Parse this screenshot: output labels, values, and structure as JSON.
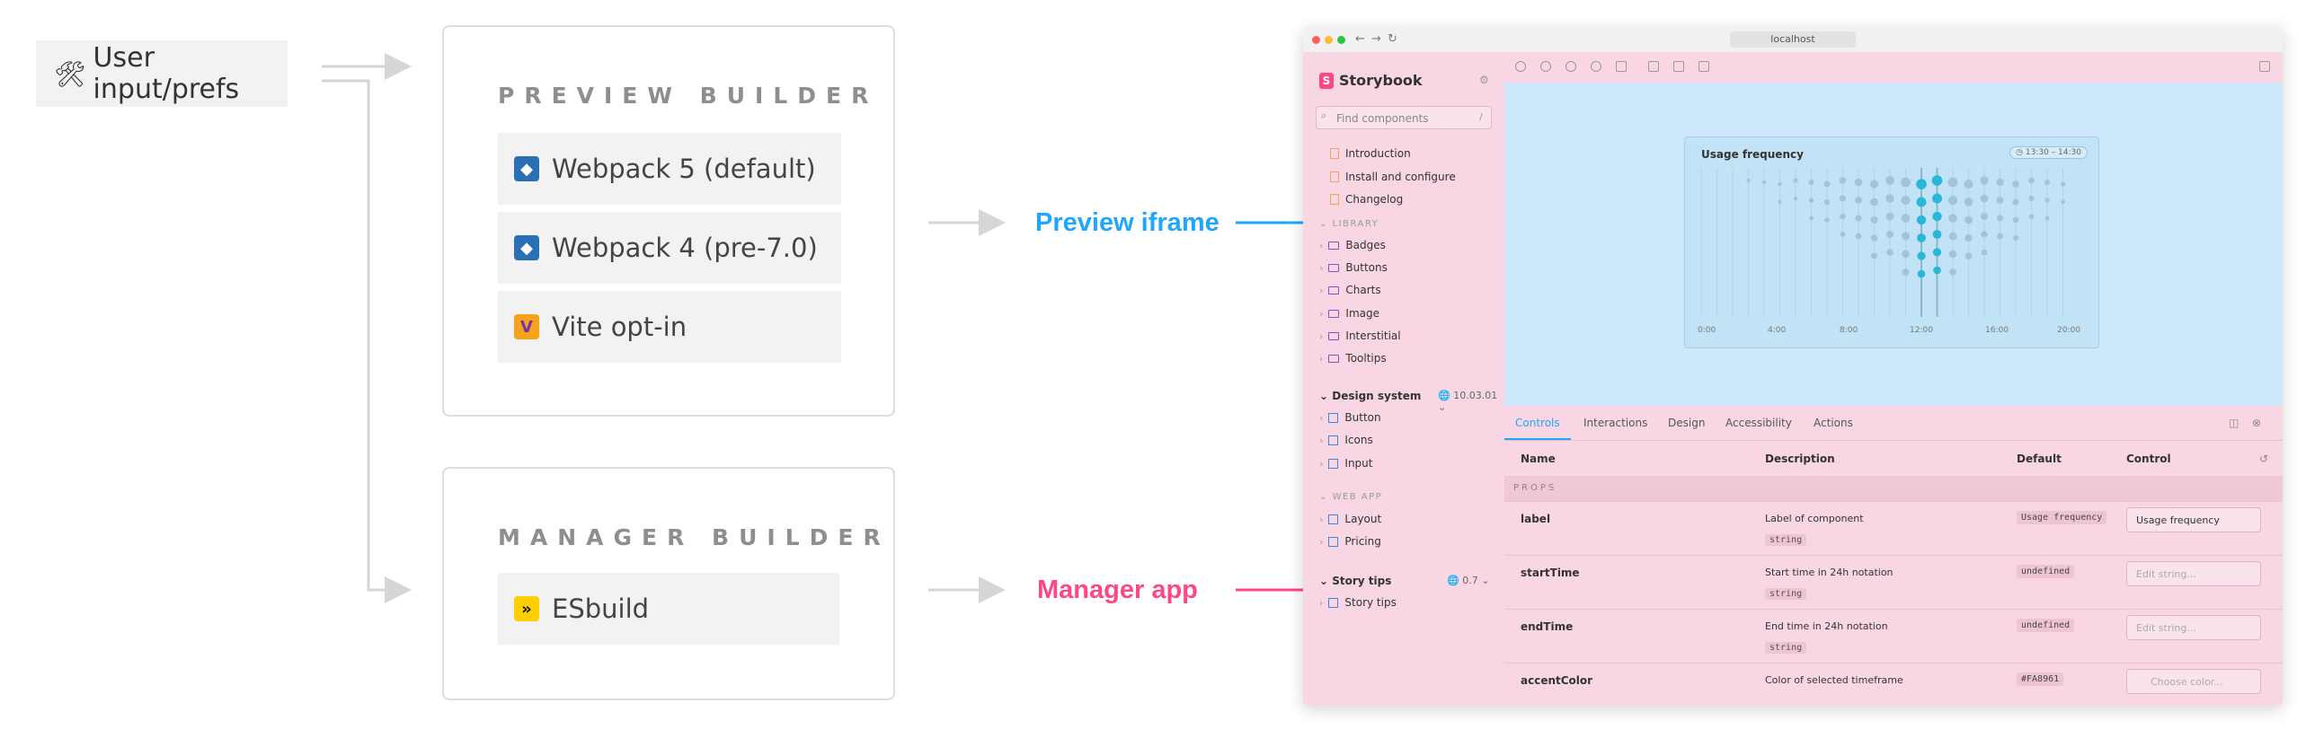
{
  "left": {
    "user_input": "User input/prefs",
    "preview_heading": "PREVIEW BUILDER",
    "preview_items": [
      "Webpack 5 (default)",
      "Webpack 4 (pre-7.0)",
      "Vite opt-in"
    ],
    "manager_heading": "MANAGER BUILDER",
    "manager_items": [
      "ESbuild"
    ],
    "preview_label": "Preview iframe",
    "manager_label": "Manager app"
  },
  "colors": {
    "preview": "#1ea7fd",
    "manager": "#ff4785",
    "connector": "#d6d6d6"
  },
  "browser": {
    "url": "localhost",
    "sidebar": {
      "brand": "Storybook",
      "search_placeholder": "Find components",
      "search_shortcut": "/",
      "docs": [
        "Introduction",
        "Install and configure",
        "Changelog"
      ],
      "library_label": "LIBRARY",
      "library_items": [
        "Badges",
        "Buttons",
        "Charts",
        "Image",
        "Interstitial",
        "Tooltips"
      ],
      "design_system": "Design system",
      "design_version": "10.03.01",
      "design_items": [
        "Button",
        "Icons",
        "Input"
      ],
      "webapp_label": "WEB APP",
      "webapp_items": [
        "Layout",
        "Pricing"
      ],
      "story_tips": "Story tips",
      "story_tips_version": "0.7",
      "story_tips_items": [
        "Story tips"
      ]
    },
    "card": {
      "title": "Usage frequency",
      "badge": "13:30 – 14:30",
      "ticks": [
        "0:00",
        "4:00",
        "8:00",
        "12:00",
        "16:00",
        "20:00"
      ]
    },
    "panel": {
      "tabs": [
        "Controls",
        "Interactions",
        "Design",
        "Accessibility",
        "Actions"
      ],
      "headers": [
        "Name",
        "Description",
        "Default",
        "Control"
      ],
      "props_label": "PROPS",
      "rows": [
        {
          "name": "label",
          "desc": "Label of component",
          "type": "string",
          "default": "Usage frequency",
          "control": "Usage frequency"
        },
        {
          "name": "startTime",
          "desc": "Start time in 24h notation",
          "type": "string",
          "default": "undefined",
          "control": "Edit string..."
        },
        {
          "name": "endTime",
          "desc": "End time in 24h notation",
          "type": "string",
          "default": "undefined",
          "control": "Edit string..."
        },
        {
          "name": "accentColor",
          "desc": "Color of selected timeframe",
          "type": "",
          "default": "#FA8961",
          "control": "Choose color..."
        }
      ]
    }
  }
}
